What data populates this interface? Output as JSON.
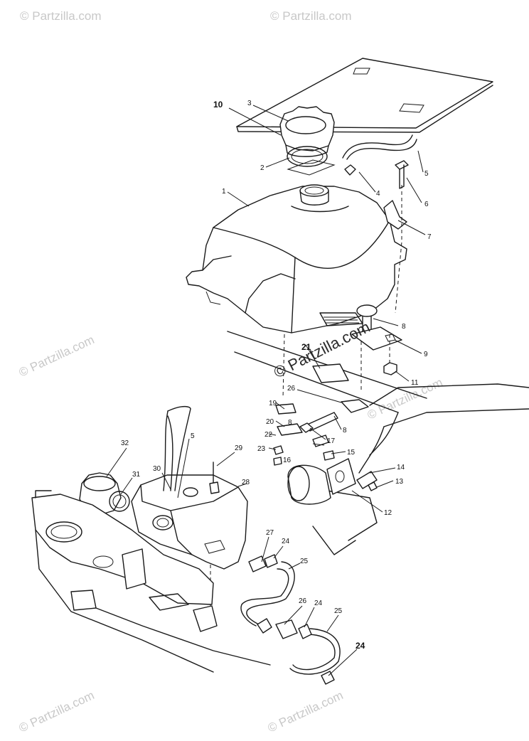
{
  "watermarks": {
    "corner_text": "© Partzilla.com",
    "center_text": "© Partzilla.com"
  },
  "callouts": {
    "c1": "1",
    "c2": "2",
    "c3": "3",
    "c4": "4",
    "c5": "5",
    "c6": "6",
    "c7": "7",
    "c8": "8",
    "c9": "9",
    "c10": "10",
    "c11": "11",
    "c12": "12",
    "c13": "13",
    "c14": "14",
    "c15": "15",
    "c16": "16",
    "c17": "17",
    "c8b": "8",
    "c19": "19",
    "c20": "20",
    "c21": "21",
    "c22": "22",
    "c23": "23",
    "c24a": "24",
    "c24b": "24",
    "c24c": "24",
    "c25a": "25",
    "c25b": "25",
    "c26a": "26",
    "c26b": "26",
    "c27": "27",
    "c28": "28",
    "c29": "29",
    "c30": "30",
    "c5b": "5",
    "c31": "31",
    "c32": "32"
  },
  "colors": {
    "line": "#1a1a1a",
    "watermark": "#c8c8c8",
    "background": "#ffffff"
  }
}
